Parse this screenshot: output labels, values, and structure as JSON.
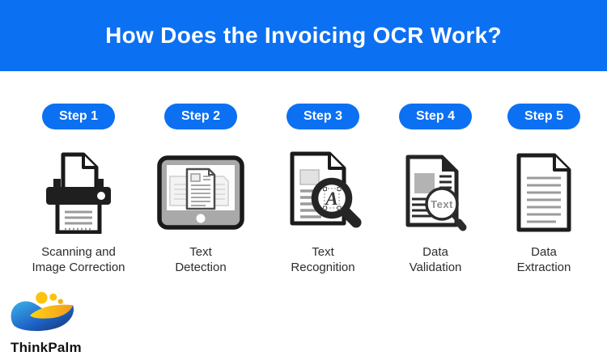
{
  "header": {
    "title": "How Does the Invoicing OCR Work?"
  },
  "colors": {
    "primary_blue": "#0c70f2",
    "label_text": "#2d2d2d",
    "logo_blue_light": "#3cb4e7",
    "logo_blue_dark": "#16336e",
    "logo_gold": "#fdc20f"
  },
  "steps": [
    {
      "badge": "Step 1",
      "label": "Scanning and\nImage Correction",
      "icon": "printer-scanner-icon"
    },
    {
      "badge": "Step 2",
      "label": "Text\nDetection",
      "icon": "tablet-document-icon"
    },
    {
      "badge": "Step 3",
      "label": "Text\nRecognition",
      "icon": "document-magnifier-letter-icon"
    },
    {
      "badge": "Step 4",
      "label": "Data\nValidation",
      "icon": "document-magnifier-text-icon"
    },
    {
      "badge": "Step 5",
      "label": "Data\nExtraction",
      "icon": "document-lines-icon"
    }
  ],
  "icon_text": {
    "recognition_letter": "A",
    "validation_word": "Text"
  },
  "logo": {
    "brand": "ThinkPalm"
  }
}
